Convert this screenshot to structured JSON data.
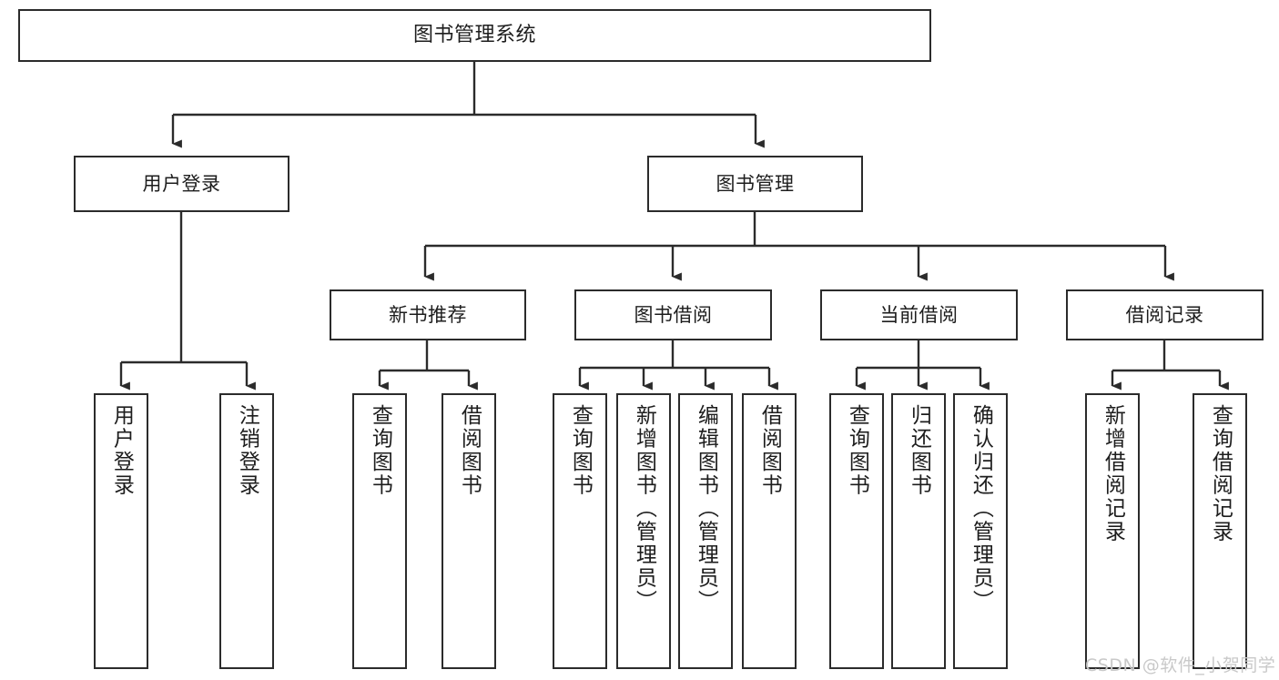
{
  "diagram": {
    "title": "图书管理系统",
    "watermark": "CSDN @软件_小贺同学",
    "colors": {
      "box_border": "#2b2b2b",
      "box_fill": "#ffffff",
      "edge": "#2b2b2b",
      "text": "#1d1d1d",
      "watermark": "#c9c9c9",
      "canvas": "#ffffff"
    },
    "nodes": {
      "root": {
        "label": "图书管理系统"
      },
      "level2": [
        {
          "label": "用户登录"
        },
        {
          "label": "图书管理"
        }
      ],
      "level3": [
        {
          "label": "新书推荐"
        },
        {
          "label": "图书借阅"
        },
        {
          "label": "当前借阅"
        },
        {
          "label": "借阅记录"
        }
      ],
      "leaves": {
        "user_login": [
          {
            "label": "用户登录"
          },
          {
            "label": "注销登录"
          }
        ],
        "new_book": [
          {
            "label": "查询图书"
          },
          {
            "label": "借阅图书"
          }
        ],
        "borrow_book": [
          {
            "label": "查询图书"
          },
          {
            "label": "新增图书（管理员）"
          },
          {
            "label": "编辑图书（管理员）"
          },
          {
            "label": "借阅图书"
          }
        ],
        "current_borrow": [
          {
            "label": "查询图书"
          },
          {
            "label": "归还图书"
          },
          {
            "label": "确认归还（管理员）"
          }
        ],
        "borrow_record": [
          {
            "label": "新增借阅记录"
          },
          {
            "label": "查询借阅记录"
          }
        ]
      }
    }
  }
}
